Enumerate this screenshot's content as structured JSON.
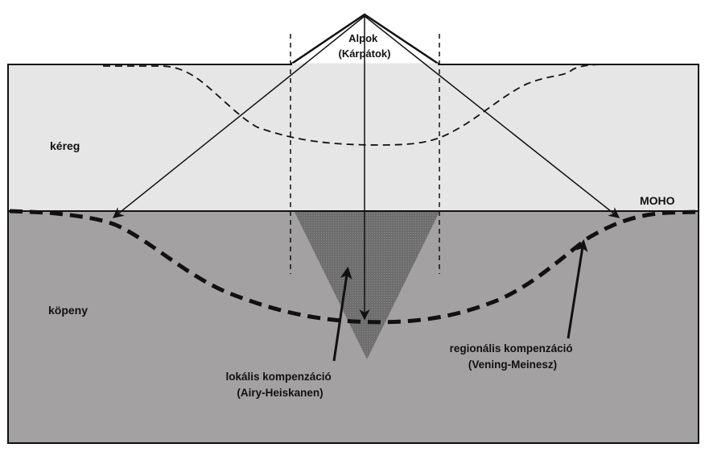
{
  "diagram": {
    "labels": {
      "peak_line1": "Alpok",
      "peak_line2": "(Kárpátok)",
      "crust": "kéreg",
      "moho": "MOHO",
      "mantle": "köpeny",
      "local_line1": "lokális kompenzáció",
      "local_line2": "(Airy-Heiskanen)",
      "regional_line1": "regionális kompenzáció",
      "regional_line2": "(Vening-Meinesz)"
    },
    "colors": {
      "crust_fill": "#e6e6e6",
      "mantle_fill": "#a3a1a2",
      "root_fill": "#6f6e6e",
      "line": "#111111",
      "background": "#ffffff"
    }
  }
}
